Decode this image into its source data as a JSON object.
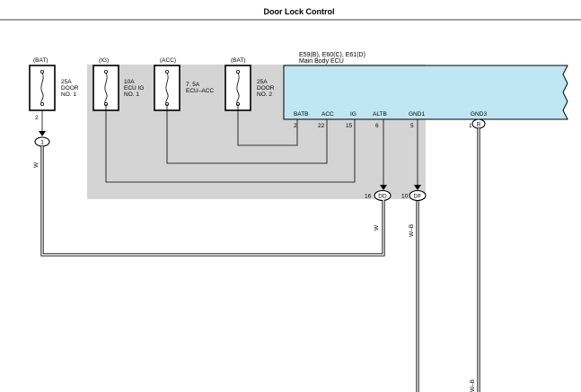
{
  "title": "Door Lock Control",
  "colors": {
    "ecu_fill": "#bfe6f3",
    "shade": "#d4d4d4",
    "ink": "#000000"
  },
  "fuses": [
    {
      "source": "(BAT)",
      "rating": "25A",
      "name1": "DOOR",
      "name2": "NO. 1",
      "pin": "2"
    },
    {
      "source": "(IG)",
      "rating": "10A",
      "name1": "ECU IG",
      "name2": "NO. 1"
    },
    {
      "source": "(ACC)",
      "rating": "7. 5A",
      "name1": "ECU–ACC"
    },
    {
      "source": "(BAT)",
      "rating": "25A",
      "name1": "DOOR",
      "name2": "NO. 2"
    }
  ],
  "ecu": {
    "connectors": "E59(B), E60(C), E61(D)",
    "name": "Main Body ECU",
    "terminals": [
      {
        "label": "BATB",
        "pin": "2"
      },
      {
        "label": "ACC",
        "pin": "22"
      },
      {
        "label": "IG",
        "pin": "15"
      },
      {
        "label": "ALTB",
        "pin": "6"
      },
      {
        "label": "GND1",
        "pin": "5"
      },
      {
        "label": "GND3",
        "pin": "1"
      }
    ]
  },
  "connectors": {
    "gnd3": "B",
    "dd": "DD",
    "dd_pin": "16",
    "df": "DF",
    "df_pin": "10",
    "junction": "1"
  },
  "wires": {
    "w_left": "W",
    "w_mid": "W",
    "w_b_mid": "W–B",
    "w_b_right": "W–B"
  }
}
